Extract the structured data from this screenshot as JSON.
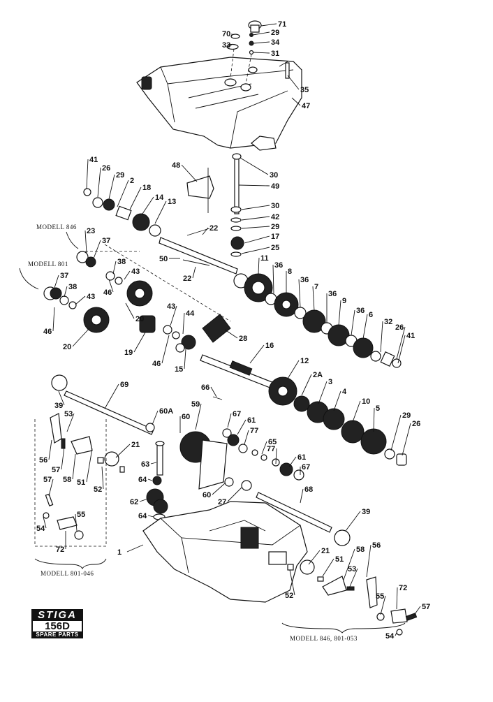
{
  "brand": {
    "name": "STIGA",
    "model": "156D",
    "subtitle": "SPARE PARTS"
  },
  "captions": {
    "modell_846": "MODELL 846",
    "modell_801": "MODELL 801",
    "modell_801_046": "MODELL 801-046",
    "modell_846_801_053": "MODELL 846, 801-053"
  },
  "part_labels": [
    "71",
    "70",
    "33",
    "29",
    "34",
    "31",
    "35",
    "47",
    "41",
    "26",
    "29",
    "2",
    "48",
    "30",
    "49",
    "18",
    "14",
    "13",
    "30",
    "42",
    "29",
    "17",
    "25",
    "22",
    "23",
    "37",
    "50",
    "22",
    "11",
    "36",
    "8",
    "36",
    "7",
    "36",
    "9",
    "36",
    "6",
    "32",
    "26",
    "41",
    "38",
    "43",
    "46",
    "37",
    "38",
    "43",
    "46",
    "20",
    "20",
    "43",
    "44",
    "28",
    "19",
    "46",
    "15",
    "16",
    "12",
    "2A",
    "3",
    "4",
    "10",
    "5",
    "29",
    "26",
    "69",
    "66",
    "39",
    "53",
    "60A",
    "59",
    "60",
    "67",
    "61",
    "77",
    "65",
    "21",
    "56",
    "57",
    "58",
    "51",
    "63",
    "52",
    "77",
    "61",
    "67",
    "64",
    "62",
    "64",
    "60",
    "27",
    "68",
    "39",
    "1",
    "57",
    "54",
    "55",
    "72",
    "21",
    "51",
    "58",
    "56",
    "53",
    "52",
    "55",
    "72",
    "57",
    "54"
  ]
}
